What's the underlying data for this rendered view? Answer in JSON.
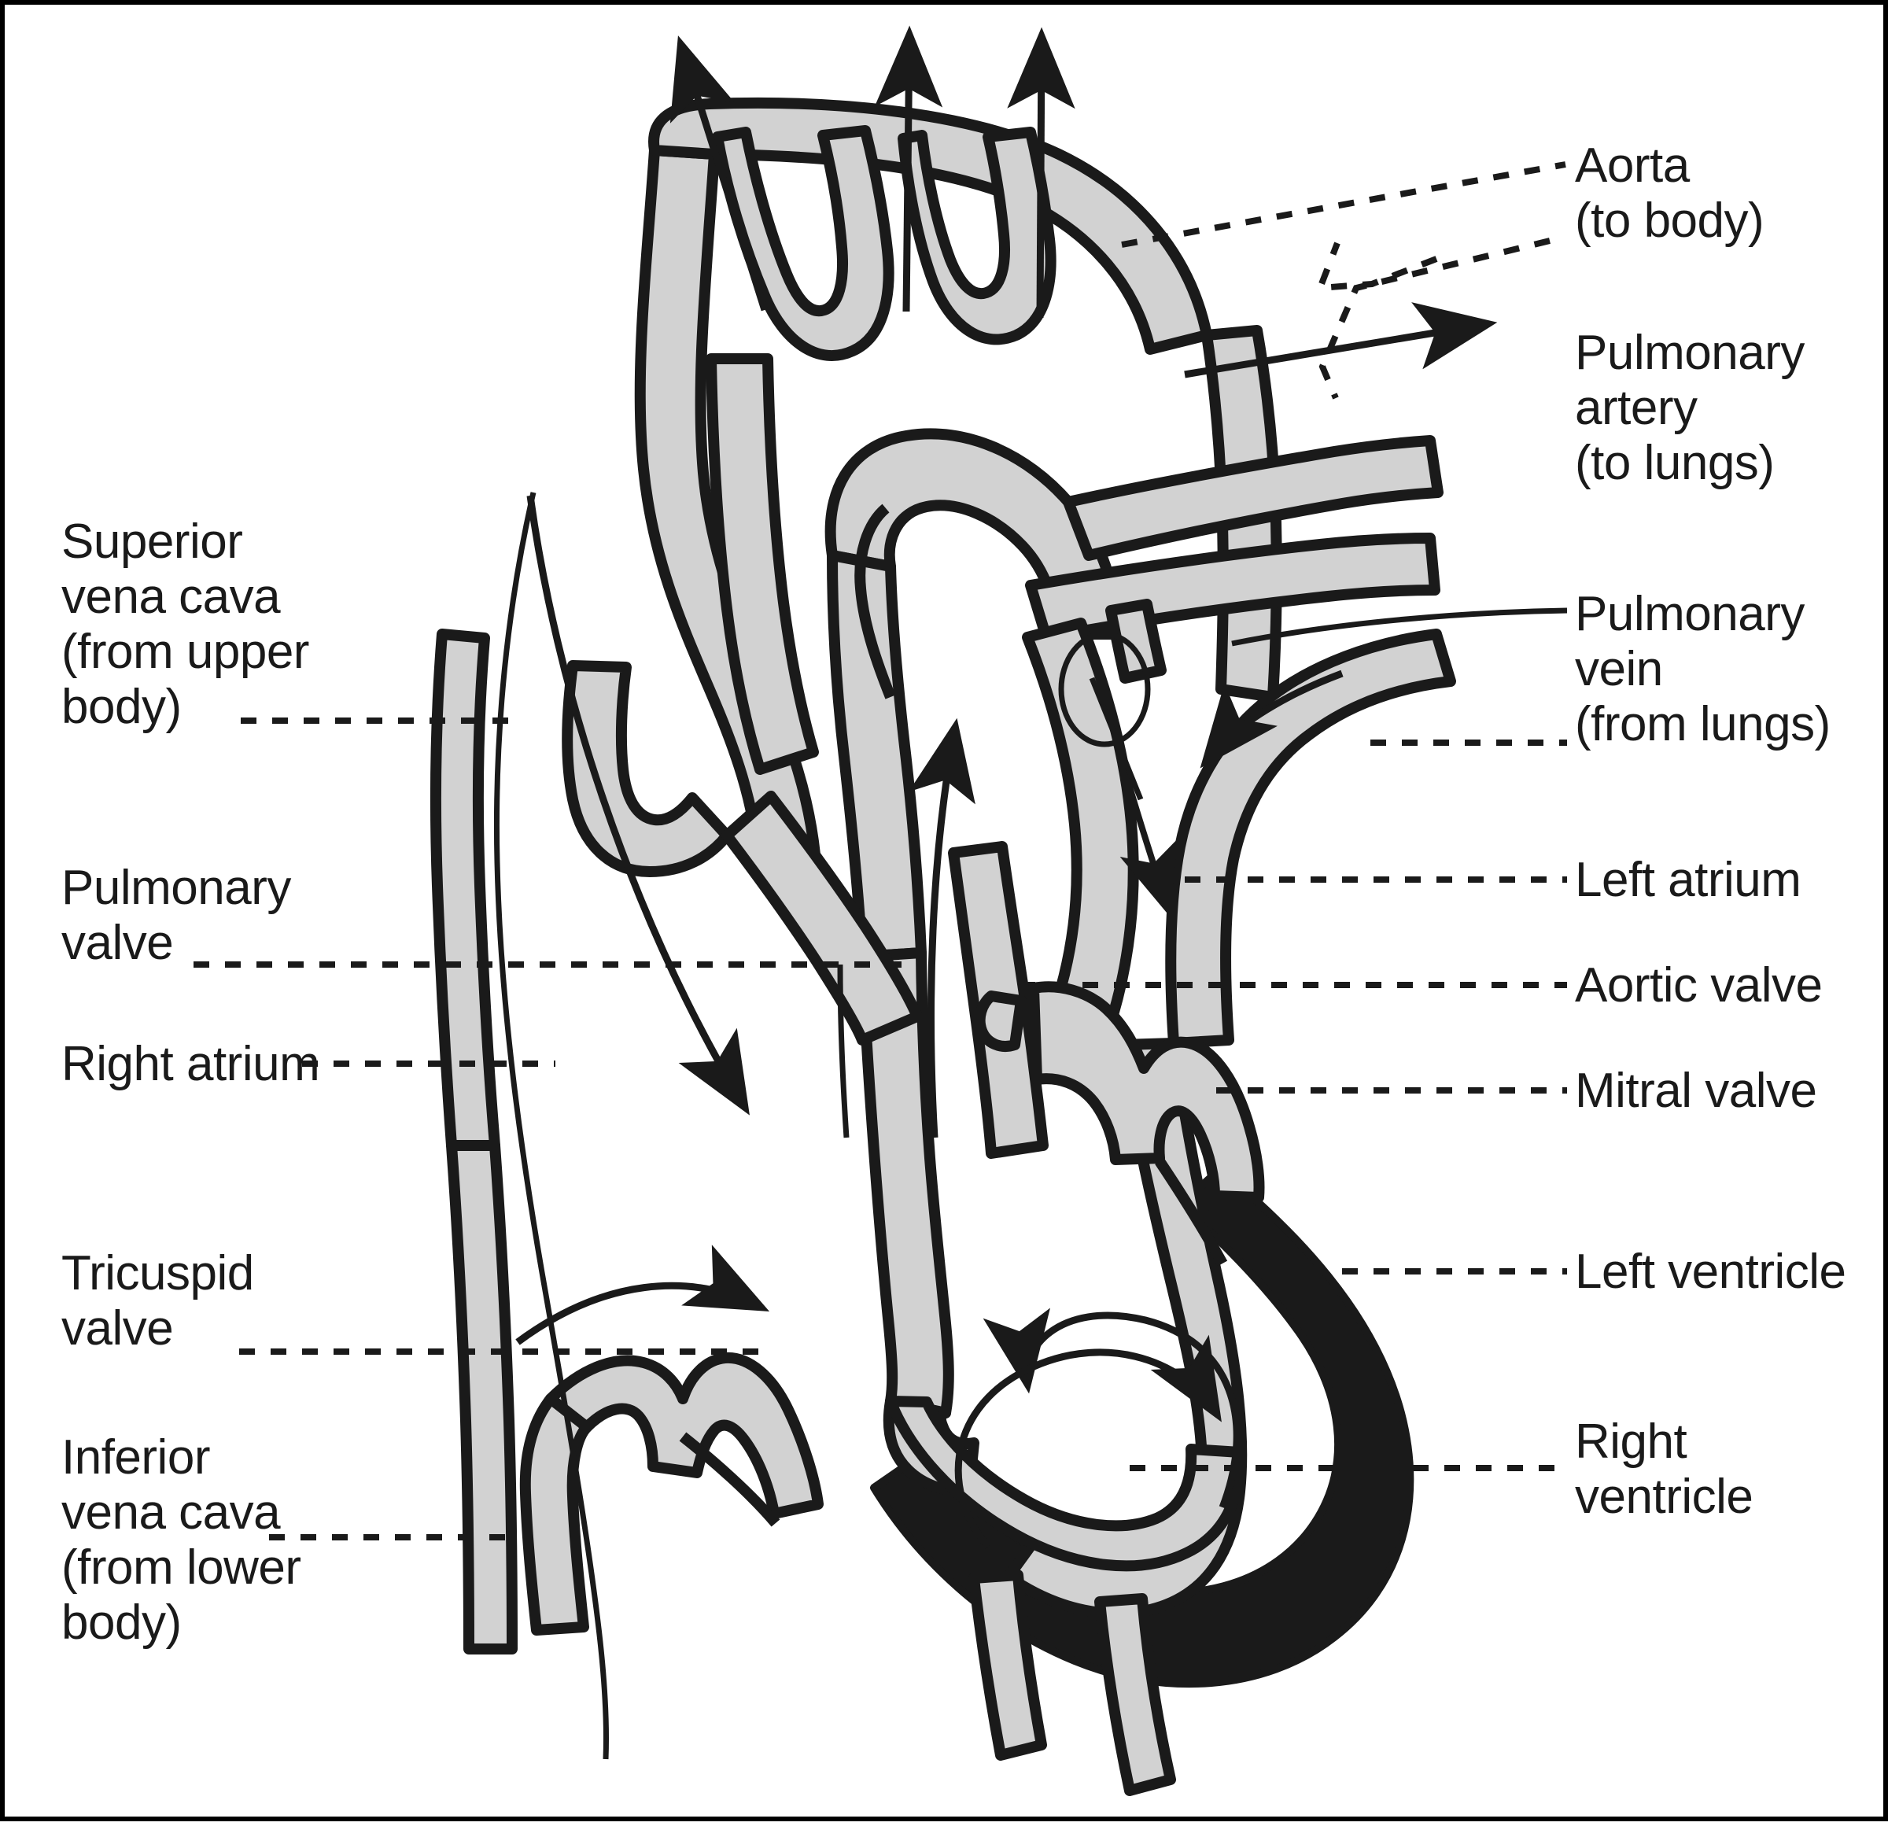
{
  "diagram": {
    "title": "Anatomy of the human heart (cutaway cross-section)",
    "type": "anatomical-cross-section",
    "colors": {
      "outline": "#1a1a1a",
      "vessel_wall_fill": "#d2d2d2",
      "myocardium_fill": "#1a1a1a",
      "chamber_fill": "#ffffff",
      "background": "#ffffff",
      "frame": "#000000"
    }
  },
  "labels_left": [
    {
      "id": "superior-vena-cava",
      "lines": [
        "Superior",
        "vena cava",
        "(from upper",
        "body)"
      ],
      "leader": "dashed"
    },
    {
      "id": "pulmonary-valve",
      "lines": [
        "Pulmonary",
        "valve"
      ],
      "leader": "dashed"
    },
    {
      "id": "right-atrium",
      "lines": [
        "Right atrium"
      ],
      "leader": "dashed"
    },
    {
      "id": "tricuspid-valve",
      "lines": [
        "Tricuspid",
        "valve"
      ],
      "leader": "dashed"
    },
    {
      "id": "inferior-vena-cava",
      "lines": [
        "Inferior",
        "vena cava",
        "(from lower",
        "body)"
      ],
      "leader": "dashed"
    }
  ],
  "labels_right": [
    {
      "id": "aorta",
      "lines": [
        "Aorta",
        "(to body)"
      ],
      "leader": "dashed"
    },
    {
      "id": "pulmonary-artery",
      "lines": [
        "Pulmonary",
        "artery",
        "(to lungs)"
      ],
      "leader": "dashed"
    },
    {
      "id": "pulmonary-vein",
      "lines": [
        "Pulmonary",
        "vein",
        "(from lungs)"
      ],
      "leader": "solid-and-dashed"
    },
    {
      "id": "left-atrium",
      "lines": [
        "Left atrium"
      ],
      "leader": "dashed"
    },
    {
      "id": "aortic-valve",
      "lines": [
        "Aortic valve"
      ],
      "leader": "dashed"
    },
    {
      "id": "mitral-valve",
      "lines": [
        "Mitral valve"
      ],
      "leader": "dashed"
    },
    {
      "id": "left-ventricle",
      "lines": [
        "Left ventricle"
      ],
      "leader": "dashed"
    },
    {
      "id": "right-ventricle",
      "lines": [
        "Right",
        "ventricle"
      ],
      "leader": "dashed"
    }
  ],
  "label_text": {
    "superior_vena_cava": "Superior\nvena cava\n(from upper\nbody)",
    "pulmonary_valve": "Pulmonary\nvalve",
    "right_atrium": "Right atrium",
    "tricuspid_valve": "Tricuspid\nvalve",
    "inferior_vena_cava": "Inferior\nvena cava\n(from lower\nbody)",
    "aorta": "Aorta\n(to body)",
    "pulmonary_artery": "Pulmonary\nartery\n(to lungs)",
    "pulmonary_vein": "Pulmonary\nvein\n(from lungs)",
    "left_atrium": "Left atrium",
    "aortic_valve": "Aortic valve",
    "mitral_valve": "Mitral valve",
    "left_ventricle": "Left ventricle",
    "right_ventricle": "Right\nventricle"
  },
  "flow_arrows": {
    "count": 9,
    "description": "Blood-flow direction arrows: three straight arrows exiting the aortic arch branches upward, one arrow exiting the pulmonary artery to the right, one arrow entering the left atrium from the pulmonary vein, one arrow up the pulmonary trunk, two curved arrows from the vena cavae into the right atrium/ventricle, and curved arrows inside both ventricles."
  }
}
